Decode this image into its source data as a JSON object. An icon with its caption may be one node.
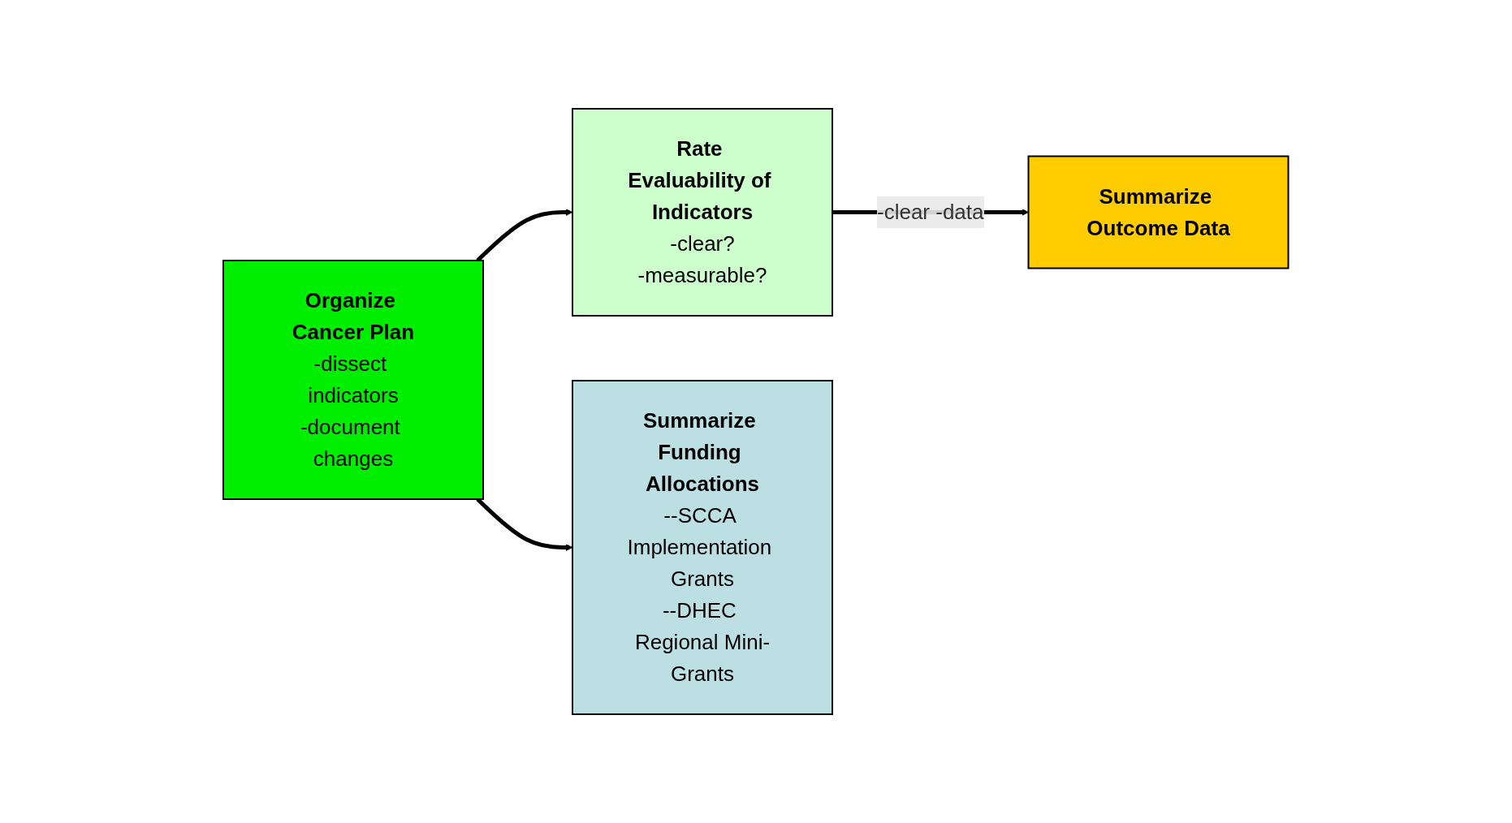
{
  "diagram": {
    "nodes": [
      {
        "text": [
          "Organize Cancer Plan",
          "-dissect indicators",
          "-document changes"
        ]
      },
      {
        "text": [
          "Rate Evaluability of Indicators",
          "-clear?",
          "-measurable?"
        ]
      },
      {
        "text": [
          "Summarize Outcome Data"
        ]
      },
      {
        "text": [
          "Summarize Funding Allocations",
          "--SCCA Implementation Grants",
          "--DHEC Regional Mini-Grants"
        ]
      }
    ],
    "edges": [
      {
        "from": 0,
        "to": 1,
        "arrow": "to"
      },
      {
        "from": 1,
        "to": 2,
        "arrow": "to",
        "label": "-clear -data"
      },
      {
        "from": 0,
        "to": 3,
        "arrow": "to"
      }
    ]
  }
}
